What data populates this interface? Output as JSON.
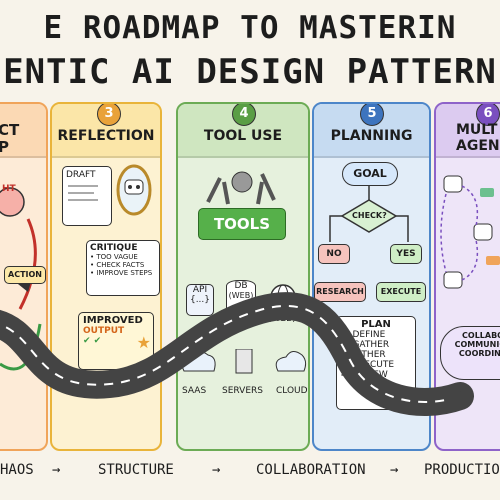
{
  "title": {
    "line1": "E ROADMAP TO MASTERIN",
    "line2": "ENTIC AI DESIGN PATTERN"
  },
  "panels": [
    {
      "number": "",
      "title": "CT\nP",
      "color": "#f0a45a"
    },
    {
      "number": "3",
      "title": "REFLECTION",
      "color": "#e9b43a"
    },
    {
      "number": "4",
      "title": "TOOL USE",
      "color": "#6cab55"
    },
    {
      "number": "5",
      "title": "PLANNING",
      "color": "#4d86c9"
    },
    {
      "number": "6",
      "title": "MULT\nAGEN",
      "color": "#8e63c9"
    }
  ],
  "react": {
    "thought": "HT",
    "action": "ACTION"
  },
  "reflection": {
    "draft": "DRAFT",
    "critique_title": "CRITIQUE",
    "critique_items": [
      "• TOO VAGUE",
      "• CHECK FACTS",
      "• IMPROVE STEPS"
    ],
    "improved": "IMPROVED",
    "output": "OUTPUT"
  },
  "tooluse": {
    "tools": "TOOLS",
    "api": "API",
    "api_sub": "{...}",
    "db": "DB",
    "web1": "(WEB)",
    "web2": "(WEB)",
    "saas": "SAAS",
    "servers": "SERVERS",
    "cloud": "CLOUD"
  },
  "planning": {
    "goal": "GOAL",
    "check": "CHECK?",
    "no": "NO",
    "yes": "YES",
    "research": "RESEARCH",
    "execute": "EXECUTE",
    "plan_title": "PLAN",
    "plan_items": [
      "1. DEFINE",
      "2. GATHER",
      "GATHER",
      "3. EXECUTE",
      "4. REVIEW"
    ]
  },
  "multi": {
    "collab": [
      "COLLABO",
      "COMMUNICA",
      "COORDINA"
    ]
  },
  "bottom_line": {
    "items": [
      "HAOS",
      "→",
      "STRUCTURE",
      "→",
      "COLLABORATION",
      "→",
      "PRODUCTIO"
    ]
  }
}
